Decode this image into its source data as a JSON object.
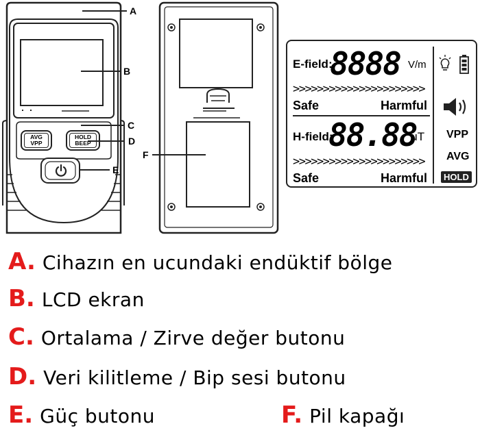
{
  "callouts": {
    "a": "A",
    "b": "B",
    "c": "C",
    "d": "D",
    "e": "E",
    "f": "F"
  },
  "device_buttons": {
    "avg_line1": "AVG",
    "avg_line2": "VPP",
    "hold_line1": "HOLD",
    "hold_line2": "BEEP"
  },
  "lcd": {
    "efield_label": "E-field:",
    "efield_digits": "8888",
    "efield_unit": "V/m",
    "efield_safe": "Safe",
    "efield_harmful": "Harmful",
    "hfield_label": "H-field:",
    "hfield_digits": "88.88",
    "hfield_unit": "μT",
    "hfield_safe": "Safe",
    "hfield_harmful": "Harmful",
    "chevrons": ">>>>>>>>>>>>>>>>>>>>>>",
    "vpp": "VPP",
    "avg": "AVG",
    "hold": "HOLD"
  },
  "legend": {
    "a_letter": "A.",
    "a_text": "Cihazın en ucundaki endüktif bölge",
    "b_letter": "B.",
    "b_text": "LCD ekran",
    "c_letter": "C.",
    "c_text": "Ortalama / Zirve değer butonu",
    "d_letter": "D.",
    "d_text": "Veri kilitleme / Bip sesi butonu",
    "e_letter": "E.",
    "e_text": "Güç butonu",
    "f_letter": "F.",
    "f_text": "Pil kapağı"
  },
  "colors": {
    "accent_red": "#e41b1b",
    "line": "#222222"
  }
}
